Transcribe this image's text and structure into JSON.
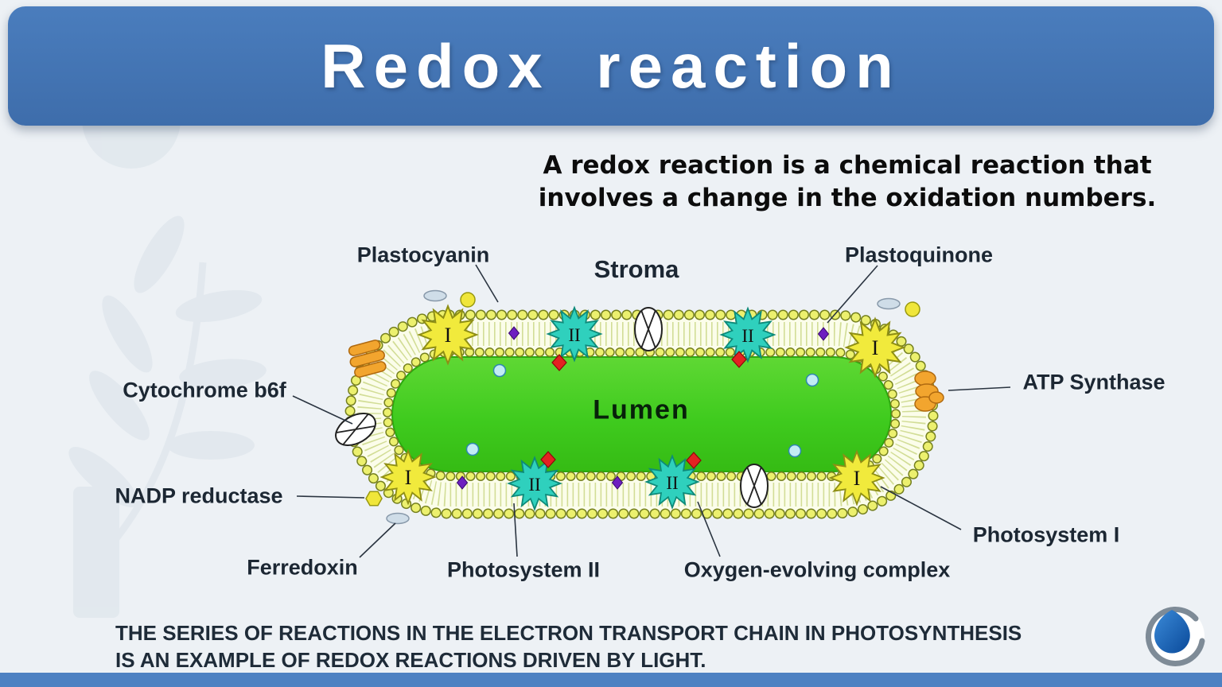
{
  "header": {
    "title": "Redox reaction"
  },
  "intro": {
    "line1": "A redox reaction is a chemical reaction  that",
    "line2": "involves a change in the oxidation numbers."
  },
  "diagram": {
    "stroma_label": "Stroma",
    "lumen_label": "Lumen",
    "marks": {
      "ps1": "I",
      "ps2": "II"
    },
    "labels": {
      "plastocyanin": "Plastocyanin",
      "plastoquinone": "Plastoquinone",
      "cytochrome_b6f": "Cytochrome b6f",
      "atp_synthase": "ATP Synthase",
      "nadp_reductase": "NADP reductase",
      "photosystem_i": "Photosystem I",
      "ferredoxin": "Ferredoxin",
      "photosystem_ii": "Photosystem II",
      "oxygen_evolving_complex": "Oxygen-evolving complex"
    }
  },
  "footer": {
    "line1": "THE SERIES OF REACTIONS IN THE ELECTRON TRANSPORT CHAIN IN PHOTOSYNTHESIS",
    "line2": "IS AN EXAMPLE OF REDOX REACTIONS DRIVEN BY LIGHT."
  },
  "colors": {
    "banner_blue": "#4273ae",
    "background": "#edf1f5",
    "bottom_strip": "#4d81c2",
    "lumen_green": "#3fcb1e",
    "membrane_bead_yellow": "#ecf06e",
    "photosystem_yellow": "#f1ea3c",
    "photosystem_teal": "#2fd0bd",
    "atp_synthase_orange": "#f2a52e",
    "marker_red": "#e32222",
    "marker_purple": "#6d1fc0",
    "marker_cyan": "#c2ecf4"
  }
}
